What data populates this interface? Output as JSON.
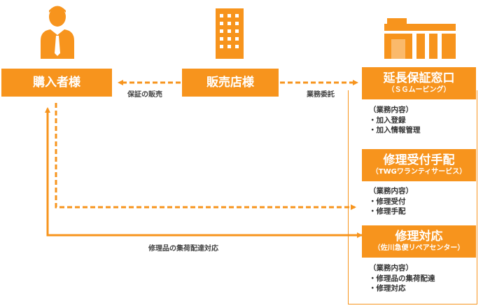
{
  "colors": {
    "accent": "#f7941d",
    "text": "#333333"
  },
  "icons": {
    "buyer": "person-icon",
    "retailer": "building-icon",
    "window": "shop-icon"
  },
  "nodes": {
    "buyer": {
      "title": "購入者様"
    },
    "retailer": {
      "title": "販売店様"
    },
    "warranty_window": {
      "title": "延長保証窓口",
      "subtitle": "（ＳＧムービング）",
      "duties_heading": "（業務内容）",
      "duties": [
        "・加入登録",
        "・加入情報管理"
      ]
    },
    "repair_reception": {
      "title": "修理受付手配",
      "subtitle": "（TWGワランティサービス）",
      "duties_heading": "（業務内容）",
      "duties": [
        "・修理受付",
        "・修理手配"
      ]
    },
    "repair_handling": {
      "title": "修理対応",
      "subtitle": "（佐川急便リペアセンター）",
      "duties_heading": "（業務内容）",
      "duties": [
        "・修理品の集荷配達",
        "・修理対応"
      ]
    }
  },
  "edges": {
    "retailer_to_buyer": "保証の販売",
    "retailer_to_window": "業務委託",
    "repair_to_buyer": "修理品の集荷配達対応"
  }
}
